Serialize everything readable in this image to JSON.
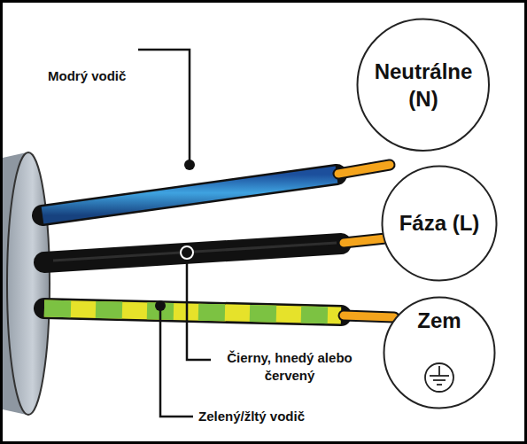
{
  "diagram": {
    "nodes": [
      {
        "text": [
          "Neutrálne (N)"
        ]
      },
      {
        "text": [
          "Fáza (L)"
        ]
      },
      {
        "text": [
          "Zem"
        ]
      }
    ],
    "labels": [
      "Modrý vodič",
      "Čierny, hnedý alebo červený",
      "Zelený/žltý vodič"
    ]
  }
}
